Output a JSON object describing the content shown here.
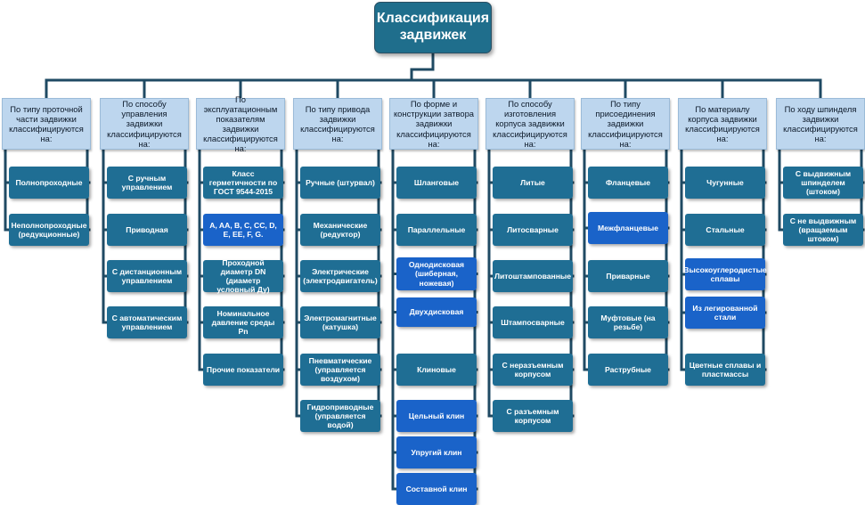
{
  "title": "Классификация задвижек",
  "colors": {
    "root": "#1f6e8c",
    "header_fill": "#bdd6ee",
    "item_dark": "#1f6e94",
    "item_bright": "#1a63c9",
    "connector": "#1f4a63"
  },
  "columns": [
    {
      "header": "По типу проточной части задвижки классифицируются на:",
      "items": [
        {
          "label": "Полнопроходные",
          "style": "dark"
        },
        {
          "label": "Неполнопроходные (редукционные)",
          "style": "dark"
        }
      ]
    },
    {
      "header": "По способу управления задвижки классифицируются на:",
      "items": [
        {
          "label": "С ручным управлением",
          "style": "dark"
        },
        {
          "label": "Приводная",
          "style": "dark"
        },
        {
          "label": "С дистанционным управлением",
          "style": "dark"
        },
        {
          "label": "С автоматическим управлением",
          "style": "dark"
        }
      ]
    },
    {
      "header": "По эксплуатационным показателям задвижки классифицируются на:",
      "items": [
        {
          "label": "Класс герметичности по ГОСТ 9544-2015",
          "style": "dark"
        },
        {
          "label": "A, AA, B, C, CC, D, E, EE, F, G.",
          "style": "bright"
        },
        {
          "label": "Проходной диаметр DN (диаметр условный Ду)",
          "style": "dark"
        },
        {
          "label": "Номинальное давление среды Pn",
          "style": "dark"
        },
        {
          "label": "Прочие показатели",
          "style": "dark"
        }
      ]
    },
    {
      "header": "По типу привода задвижки классифицируются на:",
      "items": [
        {
          "label": "Ручные (штурвал)",
          "style": "dark"
        },
        {
          "label": "Механические (редуктор)",
          "style": "dark"
        },
        {
          "label": "Электрические (электродвигатель)",
          "style": "dark"
        },
        {
          "label": "Электромагнитные (катушка)",
          "style": "dark"
        },
        {
          "label": "Пневматические (управляется воздухом)",
          "style": "dark"
        },
        {
          "label": "Гидроприводные (управляется водой)",
          "style": "dark"
        }
      ]
    },
    {
      "header": "По форме и конструкции затвора задвижки классифицируются на:",
      "items": [
        {
          "label": "Шланговые",
          "style": "dark"
        },
        {
          "label": "Параллельные",
          "style": "dark"
        },
        {
          "label": "Однодисковая (шиберная, ножевая)",
          "style": "bright"
        },
        {
          "label": "Двухдисковая",
          "style": "bright"
        },
        {
          "label": "Клиновые",
          "style": "dark"
        },
        {
          "label": "Цельный клин",
          "style": "bright"
        },
        {
          "label": "Упругий клин",
          "style": "bright"
        },
        {
          "label": "Составной клин",
          "style": "bright"
        }
      ]
    },
    {
      "header": "По способу изготовления корпуса задвижки классифицируются на:",
      "items": [
        {
          "label": "Литые",
          "style": "dark"
        },
        {
          "label": "Литосварные",
          "style": "dark"
        },
        {
          "label": "Литоштампованные",
          "style": "dark"
        },
        {
          "label": "Штампосварные",
          "style": "dark"
        },
        {
          "label": "С неразъемным корпусом",
          "style": "dark"
        },
        {
          "label": "С разъемным корпусом",
          "style": "dark"
        }
      ]
    },
    {
      "header": "По типу присоединения задвижки классифицируются на:",
      "items": [
        {
          "label": "Фланцевые",
          "style": "dark"
        },
        {
          "label": "Межфланцевые",
          "style": "bright"
        },
        {
          "label": "Приварные",
          "style": "dark"
        },
        {
          "label": "Муфтовые (на резьбе)",
          "style": "dark"
        },
        {
          "label": "Раструбные",
          "style": "dark"
        }
      ]
    },
    {
      "header": "По материалу корпуса задвижки классифицируются на:",
      "items": [
        {
          "label": "Чугунные",
          "style": "dark"
        },
        {
          "label": "Стальные",
          "style": "dark"
        },
        {
          "label": "Высокоуглеродистые сплавы",
          "style": "bright"
        },
        {
          "label": "Из легированной стали",
          "style": "bright"
        },
        {
          "label": "Цветные сплавы и пластмассы",
          "style": "dark"
        }
      ]
    },
    {
      "header": "По ходу шпинделя задвижки классифицируются на:",
      "items": [
        {
          "label": "С выдвижным шпинделем (штоком)",
          "style": "dark"
        },
        {
          "label": "С не выдвижным (вращаемым штоком)",
          "style": "dark"
        }
      ]
    }
  ]
}
